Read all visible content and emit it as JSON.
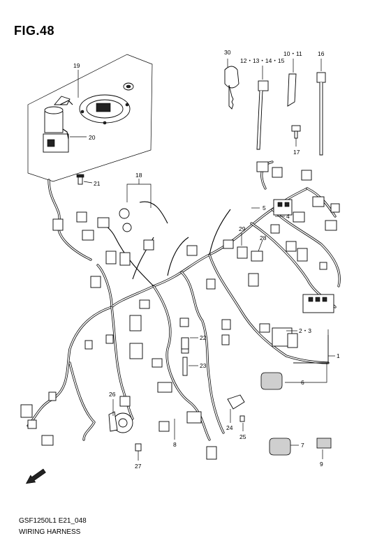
{
  "figure": {
    "title": "FIG.48",
    "model_code": "GSF1250L1 E21_048",
    "section_name": "WIRING HARNESS"
  },
  "callouts": {
    "c1": "1",
    "c2_3": "2・3",
    "c4": "4",
    "c5": "5",
    "c6": "6",
    "c7": "7",
    "c8": "8",
    "c9": "9",
    "c10_11": "10・11",
    "c12_15": "12・13・14・15",
    "c16": "16",
    "c17": "17",
    "c18": "18",
    "c19": "19",
    "c20": "20",
    "c21": "21",
    "c22": "22",
    "c23": "23",
    "c24": "24",
    "c25": "25",
    "c26": "26",
    "c27": "27",
    "c28": "28",
    "c29": "29",
    "c30": "30"
  },
  "icons": {
    "front_arrow": "front-direction-arrow-icon"
  }
}
